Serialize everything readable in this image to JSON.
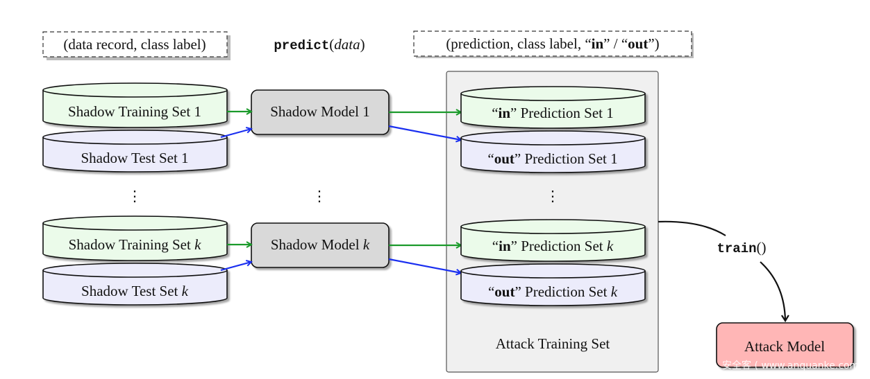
{
  "legend": {
    "input_box": "(data record, class label)",
    "predict_fn": "predict",
    "predict_arg": "data",
    "output_box_pre": "(prediction, class label, “",
    "output_box_in": "in",
    "output_box_mid": "” / “",
    "output_box_out": "out",
    "output_box_post": "”)"
  },
  "rows": [
    {
      "train_set": "Shadow Training Set ",
      "test_set": "Shadow Test Set ",
      "model": "Shadow Model ",
      "index": "1",
      "in_pred_pre": "“",
      "in_word": "in",
      "in_pred_post": "” Prediction Set ",
      "out_pred_pre": "“",
      "out_word": "out",
      "out_pred_post": "” Prediction Set "
    },
    {
      "train_set": "Shadow Training Set ",
      "test_set": "Shadow Test Set ",
      "model": "Shadow Model ",
      "index": "k",
      "in_pred_pre": "“",
      "in_word": "in",
      "in_pred_post": "” Prediction Set ",
      "out_pred_pre": "“",
      "out_word": "out",
      "out_pred_post": "” Prediction Set "
    }
  ],
  "ellipsis": "⋮",
  "attack_training_set_label": "Attack Training Set",
  "train_fn": "train",
  "train_parens": "()",
  "attack_model": "Attack Model",
  "watermark": "安全客 ( www.anquanke.com )",
  "colors": {
    "train_fill": "#ebfbea",
    "test_fill": "#ececfb",
    "model_fill": "#d9d9d9",
    "attack_fill": "#ffb6b6",
    "panel_fill": "#f0f0f0",
    "green_arrow": "#1a9a2a",
    "blue_arrow": "#1a2ff0"
  }
}
